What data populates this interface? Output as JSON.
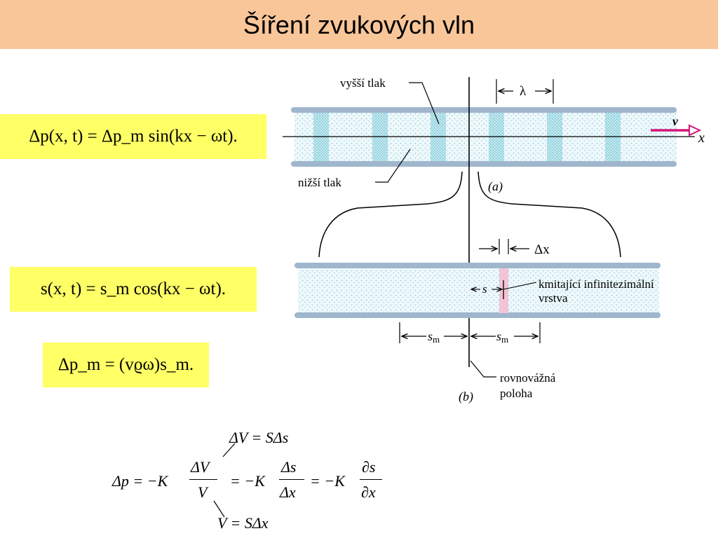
{
  "title": "Šíření zvukových vln",
  "equations": {
    "pressure_wave": "Δp(x, t) = Δp_m sin(kx − ωt).",
    "displacement_wave": "s(x, t) = s_m cos(kx − ωt).",
    "amplitude_relation": "Δp_m = (vϱω)s_m."
  },
  "figure": {
    "label_higher_pressure": "vyšší tlak",
    "label_lower_pressure": "nižší tlak",
    "label_lambda": "λ",
    "label_x_axis": "x",
    "label_velocity": "v",
    "label_panel_a": "(a)",
    "label_panel_b": "(b)",
    "label_delta_x": "Δx",
    "label_s": "s",
    "label_s_m_left": "sm",
    "label_s_m_right": "sm",
    "label_layer_line1": "kmitající infinitezimální",
    "label_layer_line2": "vrstva",
    "label_equilibrium_line1": "rovnovážná",
    "label_equilibrium_line2": "poloha"
  },
  "derivation": {
    "dV_eq": "ΔV = SΔs",
    "V_eq": "V = SΔx",
    "lhs": "Δp = −K",
    "frac1_num": "ΔV",
    "frac1_den": "V",
    "eq2": "= −K",
    "frac2_num": "Δs",
    "frac2_den": "Δx",
    "eq3": "= −K",
    "frac3_num": "∂s",
    "frac3_den": "∂x"
  },
  "colors": {
    "title_bg": "#f9c69a",
    "equation_bg": "#ffff66",
    "tube_wall": "#9fb6cc",
    "medium": "#a8dce6",
    "velocity_arrow": "#d4147a",
    "layer_highlight": "#f2c4d6"
  }
}
